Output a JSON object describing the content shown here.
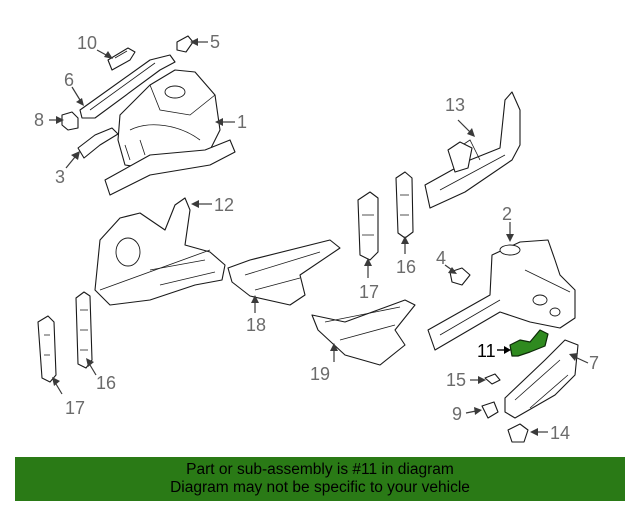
{
  "diagram": {
    "callouts": [
      "1",
      "2",
      "3",
      "4",
      "5",
      "6",
      "7",
      "8",
      "9",
      "10",
      "11",
      "12",
      "13",
      "14",
      "15",
      "16",
      "16",
      "17",
      "17",
      "18",
      "19"
    ],
    "highlighted_part": "11",
    "highlight_color": "#2f8a1f"
  },
  "banner": {
    "line1": "Part or sub-assembly is #11 in diagram",
    "line2": "Diagram may not be specific to your vehicle",
    "background": "#2a7a16"
  }
}
